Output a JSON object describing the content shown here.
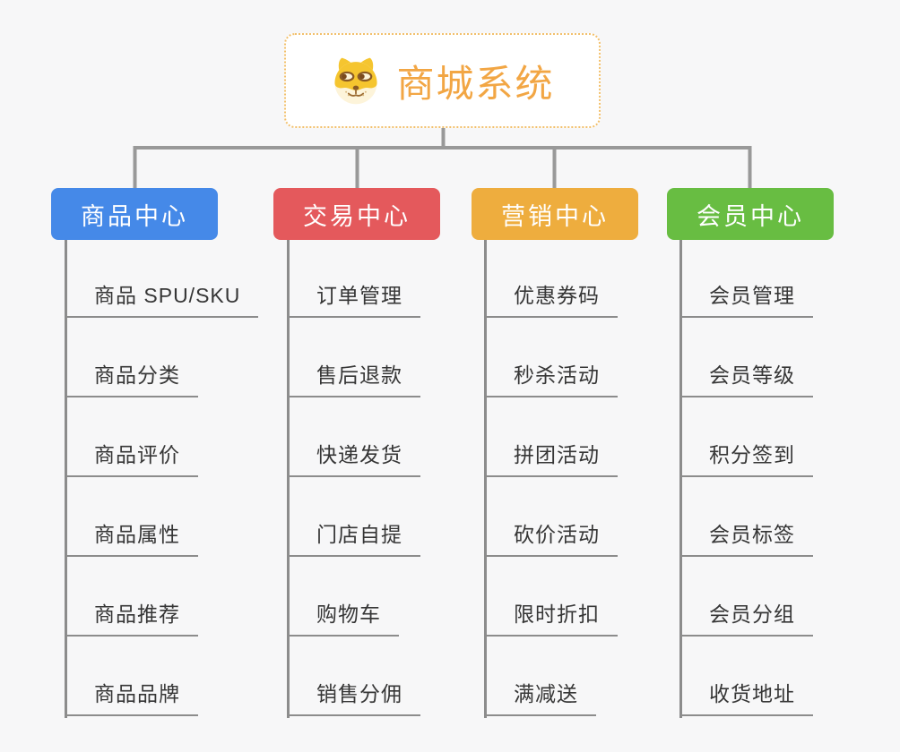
{
  "root": {
    "title": "商城系统",
    "icon": "doge-icon"
  },
  "branches": [
    {
      "label": "商品中心",
      "color": "#4589e8",
      "items": [
        "商品 SPU/SKU",
        "商品分类",
        "商品评价",
        "商品属性",
        "商品推荐",
        "商品品牌"
      ]
    },
    {
      "label": "交易中心",
      "color": "#e4595c",
      "items": [
        "订单管理",
        "售后退款",
        "快递发货",
        "门店自提",
        "购物车",
        "销售分佣"
      ]
    },
    {
      "label": "营销中心",
      "color": "#eead3e",
      "items": [
        "优惠券码",
        "秒杀活动",
        "拼团活动",
        "砍价活动",
        "限时折扣",
        "满减送"
      ]
    },
    {
      "label": "会员中心",
      "color": "#68bd42",
      "items": [
        "会员管理",
        "会员等级",
        "积分签到",
        "会员标签",
        "会员分组",
        "收货地址"
      ]
    }
  ],
  "colors": {
    "canvas_bg": "#f7f7f8",
    "connector_gray": "#999999",
    "underline_gray": "#8c8c8c",
    "root_border": "#f2c06c",
    "root_title": "#f2a644",
    "leaf_text": "#363636"
  }
}
